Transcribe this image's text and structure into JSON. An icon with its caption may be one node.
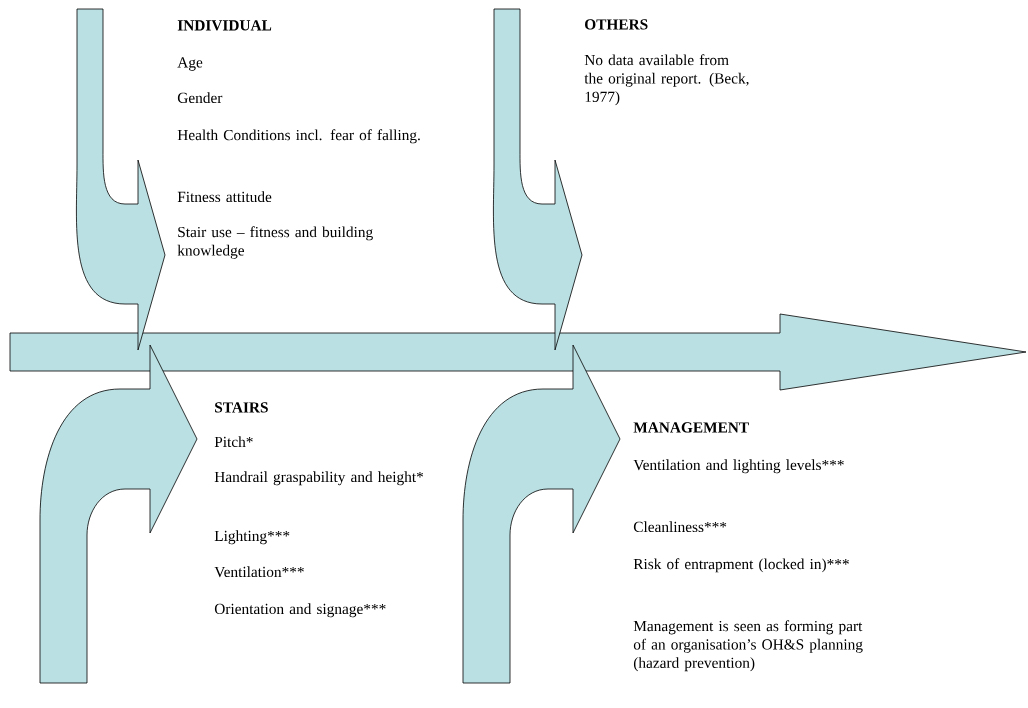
{
  "diagram": {
    "nodes": [
      {
        "text": [],
        "shape": "arrow"
      },
      {
        "text": [],
        "shape": "arrow",
        "beside": [
          "INDIVIDUAL",
          "Age",
          "Gender",
          "Health Conditions incl. fear of falling.",
          "Fitness attitude",
          "Stair use – fitness and building knowledge"
        ]
      },
      {
        "text": [],
        "shape": "arrow",
        "beside": [
          "OTHERS",
          "No data available from the original report. (Beck, 1977)"
        ]
      },
      {
        "text": [],
        "shape": "arrow",
        "beside": [
          "STAIRS",
          "Pitch*",
          "Handrail graspability and height*",
          "Lighting***",
          "Ventilation***",
          "Orientation and signage***"
        ]
      },
      {
        "text": [],
        "shape": "arrow",
        "beside": [
          "MANAGEMENT",
          "Ventilation and lighting levels***",
          "Cleanliness***",
          "Risk of entrapment (locked in)***",
          "Management is seen as forming part of an organisation’s OH&S planning (hazard prevention)"
        ]
      }
    ]
  }
}
